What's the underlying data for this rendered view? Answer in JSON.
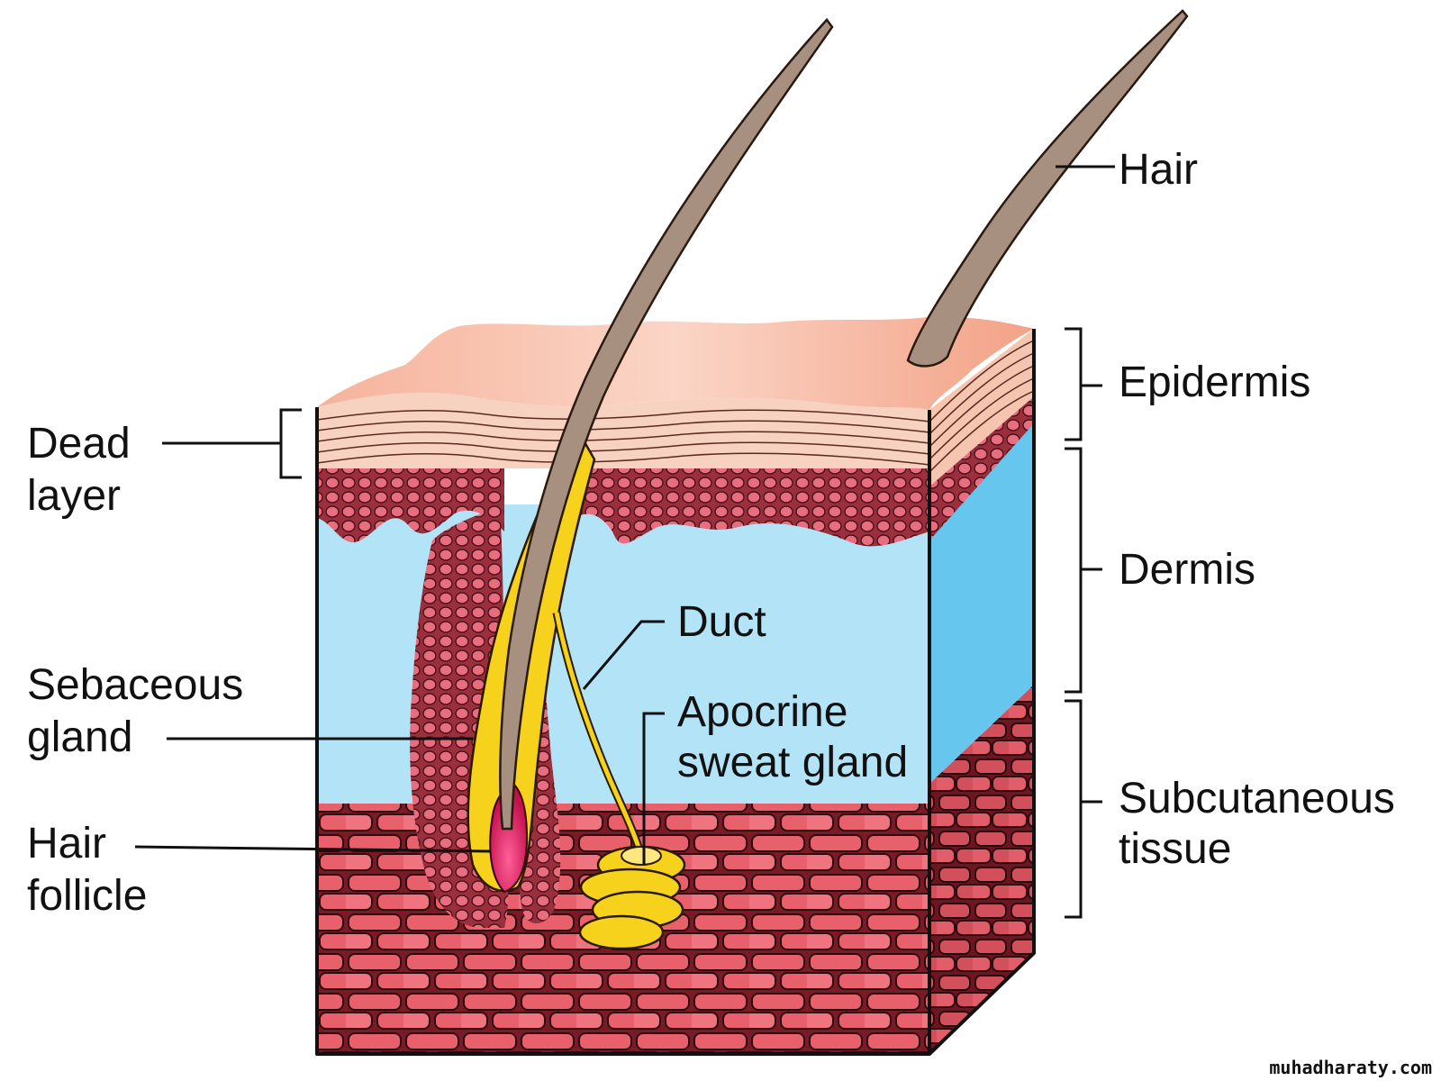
{
  "labels": {
    "hair": "Hair",
    "epidermis": "Epidermis",
    "dermis": "Dermis",
    "subcutaneous_line1": "Subcutaneous",
    "subcutaneous_line2": "tissue",
    "dead_layer_line1": "Dead",
    "dead_layer_line2": "layer",
    "duct": "Duct",
    "apocrine_line1": "Apocrine",
    "apocrine_line2": "sweat gland",
    "sebaceous_line1": "Sebaceous",
    "sebaceous_line2": "gland",
    "follicle_line1": "Hair",
    "follicle_line2": "follicle"
  },
  "watermark": "muhadharaty.com",
  "colors": {
    "epidermis_surface": "#f4b49a",
    "dead_layer": "#f8d2c0",
    "basal_cells": "#c9505f",
    "dermis": "#b3e3f7",
    "dermis_side": "#66c6ee",
    "subcutaneous": "#e8606c",
    "hair_shaft": "#a89080",
    "gland_yellow": "#f7d21c",
    "follicle_bulb": "#d8185a"
  }
}
